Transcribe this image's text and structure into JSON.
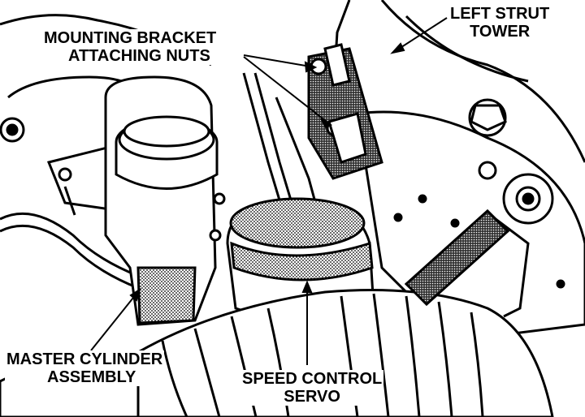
{
  "labels": {
    "mounting_bracket": [
      "MOUNTING BRACKET",
      "ATTACHING NUTS"
    ],
    "left_strut_tower": [
      "LEFT STRUT",
      "TOWER"
    ],
    "master_cylinder": [
      "MASTER CYLINDER",
      "ASSEMBLY"
    ],
    "speed_control_servo": [
      "SPEED CONTROL",
      "SERVO"
    ]
  },
  "colors": {
    "ink": "#000000",
    "paper": "#ffffff",
    "shade": "#7a7a7a"
  }
}
